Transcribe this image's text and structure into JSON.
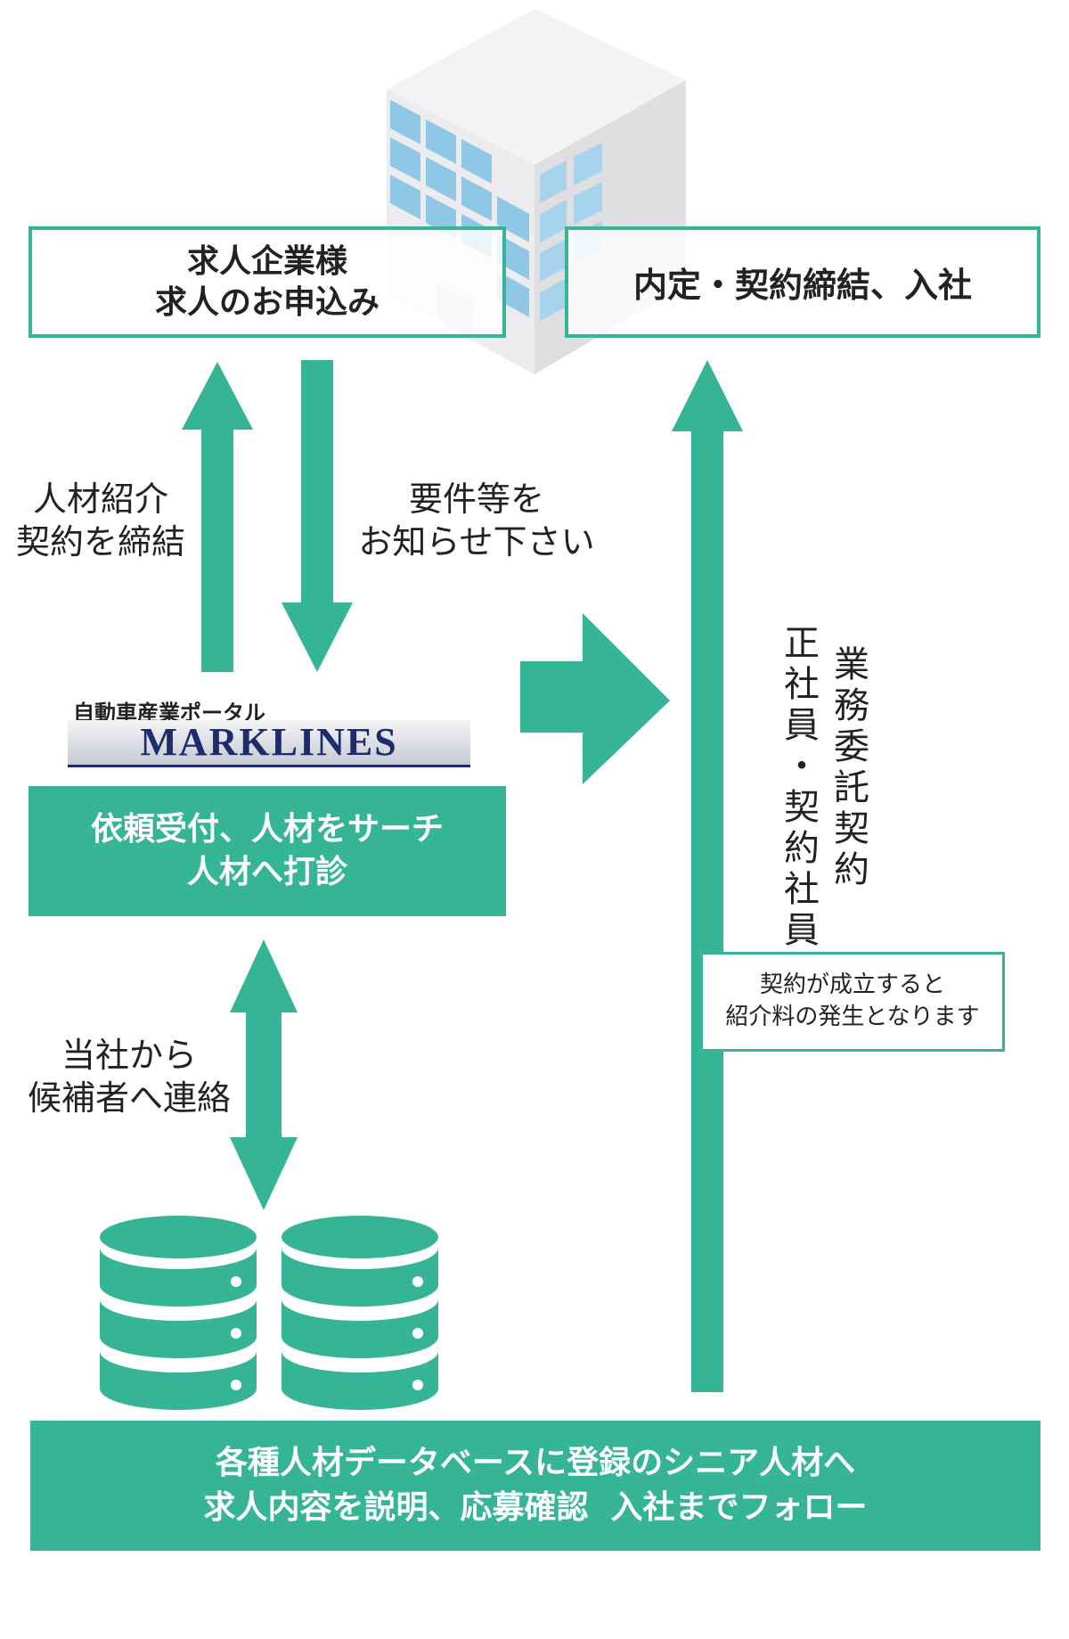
{
  "colors": {
    "accent": "#35b496",
    "glass": "#8fc7e6",
    "building": "#ececee"
  },
  "top_left_box": {
    "line1": "求人企業様",
    "line2": "求人のお申込み"
  },
  "top_right_box": {
    "text": "内定・契約締結、入社"
  },
  "labels": {
    "contract": {
      "line1": "人材紹介",
      "line2": "契約を締結"
    },
    "requirements": {
      "line1": "要件等を",
      "line2": "お知らせ下さい"
    },
    "contact": {
      "line1": "当社から",
      "line2": "候補者へ連絡"
    }
  },
  "logo": {
    "subtitle": "自動車産業ポータル",
    "name": "MARKLINES"
  },
  "middle_box": {
    "line1": "依頼受付、人材をサーチ",
    "line2": "人材へ打診"
  },
  "vertical_labels": {
    "col1": "業務委託契約",
    "col2": "正社員・契約社員"
  },
  "note": {
    "line1": "契約が成立すると",
    "line2": "紹介料の発生となります"
  },
  "bottom_box": {
    "line1": "各種人材データベースに登録のシニア人材へ",
    "line2": "求人内容を説明、応募確認  入社までフォロー"
  },
  "icons": {
    "building": "office-building-icon",
    "database": "database-icon"
  }
}
